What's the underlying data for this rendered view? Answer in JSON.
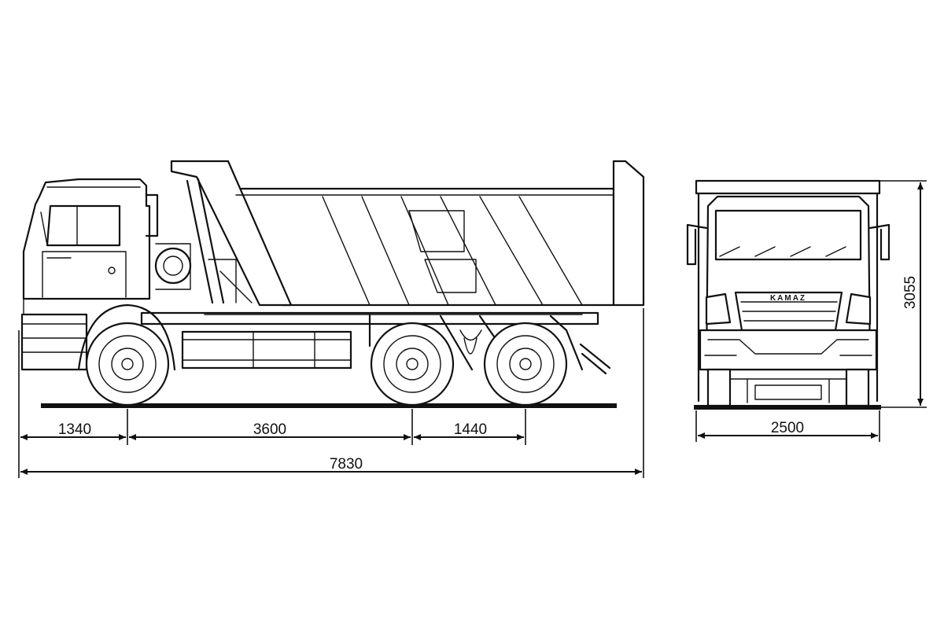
{
  "dimensions": {
    "front_overhang": "1340",
    "wheelbase_first": "3600",
    "wheelbase_rear": "1440",
    "overall_length": "7830",
    "overall_width": "2500",
    "overall_height": "3055"
  },
  "front_view": {
    "grille_badge": "KAMAZ"
  },
  "colors": {
    "line": "#111111",
    "background": "#ffffff"
  }
}
